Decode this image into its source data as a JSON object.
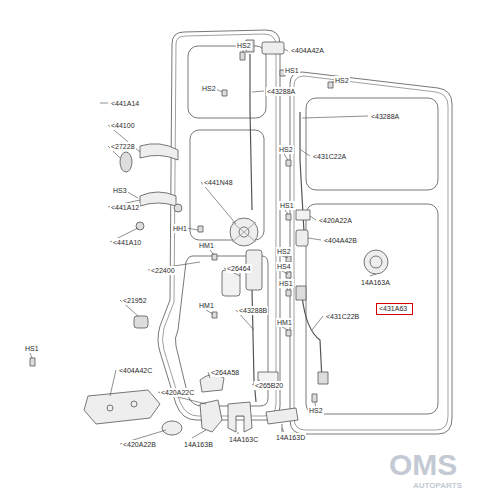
{
  "diagram": {
    "nodes": [
      {
        "text": [
          "<431A63"
        ]
      }
    ],
    "labels": [
      "HS2",
      "<404A42A",
      "HS1",
      "HS2",
      "HS2",
      "<43288A",
      "<441A14",
      "<43288A",
      "<44100",
      "HS2",
      "<431C22A",
      "<27228",
      "<441N48",
      "HS3",
      "HS1",
      "<441A12",
      "<420A22A",
      "HH1",
      "<404A42B",
      "<441A10",
      "HM1",
      "HS2",
      "<26464",
      "HS4",
      "<22400",
      "14A163A",
      "HS1",
      "<21952",
      "HM1",
      "<43288B",
      "<431C22B",
      "HM1",
      "HS1",
      "<404A42C",
      "<264A58",
      "<265B20",
      "<420A22C",
      "HS2",
      "<420A22B",
      "14A163B",
      "14A163C",
      "14A163D",
      "OMS",
      "AUTOPARTS"
    ]
  }
}
